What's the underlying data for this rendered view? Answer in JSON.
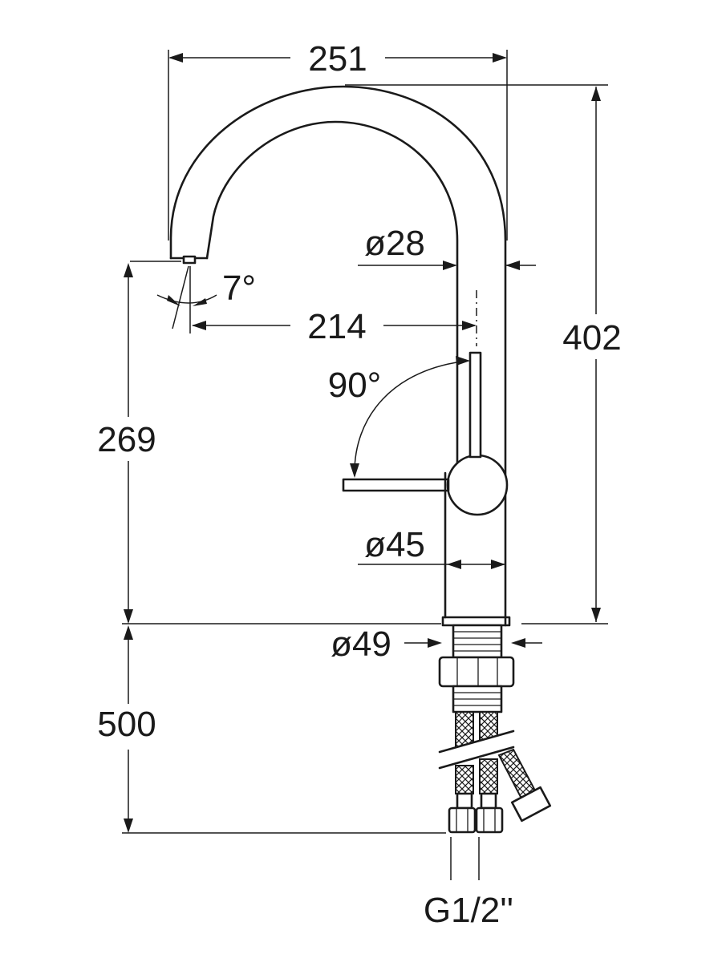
{
  "drawing": {
    "dimensions": {
      "overall_reach": "251",
      "overall_height": "402",
      "spout_diameter": "ø28",
      "spout_angle": "7°",
      "spout_reach": "214",
      "lever_rotation": "90°",
      "spout_height": "269",
      "body_diameter": "ø45",
      "base_diameter": "ø49",
      "hose_length": "500",
      "connection_thread": "G1/2''"
    }
  }
}
